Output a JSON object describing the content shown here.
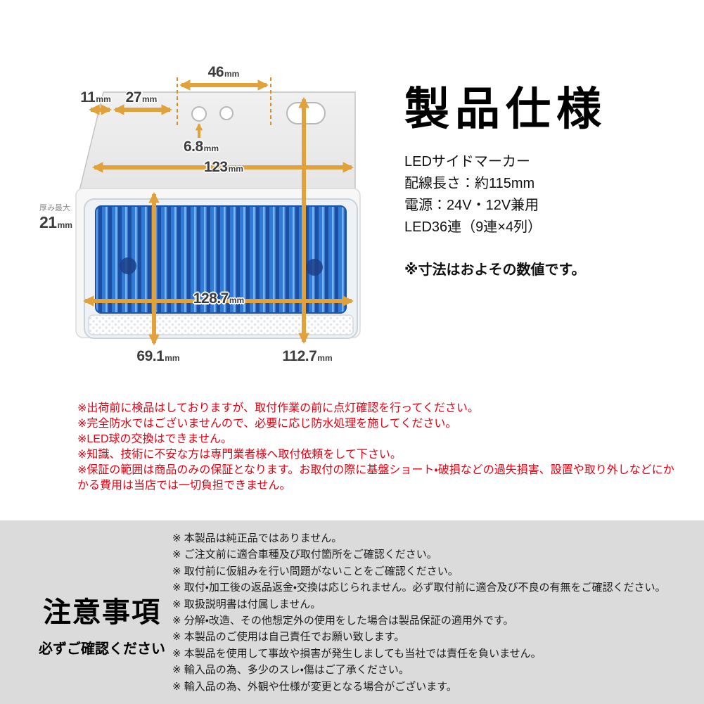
{
  "spec": {
    "title": "製品仕様",
    "lines": [
      "LEDサイドマーカー",
      "配線長さ：約115mm",
      "電源：24V・12V兼用",
      "LED36連（9連×4列）"
    ],
    "note": "※寸法はおよその数値です。"
  },
  "diagram": {
    "thickness_label": "厚み最大",
    "dims": {
      "d46": {
        "value": "46",
        "unit": "mm"
      },
      "d11": {
        "value": "11",
        "unit": "mm"
      },
      "d27": {
        "value": "27",
        "unit": "mm"
      },
      "d68": {
        "value": "6.8",
        "unit": "mm"
      },
      "d123": {
        "value": "123",
        "unit": "mm"
      },
      "d1287": {
        "value": "128.7",
        "unit": "mm"
      },
      "d691": {
        "value": "69.1",
        "unit": "mm"
      },
      "d1127": {
        "value": "112.7",
        "unit": "mm"
      },
      "d21": {
        "value": "21",
        "unit": "mm"
      }
    }
  },
  "warnings": {
    "lines": [
      "※出荷前に検品はしておりますが、取付作業の前に点灯確認を行ってください。",
      "※完全防水ではございませんので、必要に応じ防水処理を施してください。",
      "※LED球の交換はできません。",
      "※知識、技術に不安な方は専門業者様へ取付依頼をして下さい。",
      "※保証の範囲は商品のみの保証となります。お取付の際に基盤ショート・破損などの過失損害、設置や取り外しなどにかかる費用は当店では一切負担できません。"
    ]
  },
  "notice": {
    "title": "注意事項",
    "subtitle": "必ずご確認ください",
    "items": [
      "※ 本製品は純正品ではありません。",
      "※ ご注文前に適合車種及び取付箇所をご確認ください。",
      "※ 取付前に仮組みを行い問題がないことをご確認ください。",
      "※ 取付・加工後の返品返金・交換は応じられません。必ず取付前に適合及び不良の有無をご確認ください。",
      "※ 取扱説明書は付属しません。",
      "※ 分解・改造、その他想定外の使用をした場合は製品保証の適用外です。",
      "※ 本製品のご使用は自己責任でお願い致します。",
      "※ 本製品を使用して事故や損害が発生しましても当社では責任を負いません。",
      "※ 輸入品の為、多少のスレ・傷はご了承ください。",
      "※ 輸入品の為、外観や仕様が変更となる場合がございます。"
    ]
  },
  "colors": {
    "dimension_arrow": "#e2a23b",
    "warning_text": "#e60012",
    "notice_bg": "#dbdbdb",
    "lamp_blue": "#2e7cd9",
    "lamp_stripe": "#1b4fa3"
  }
}
